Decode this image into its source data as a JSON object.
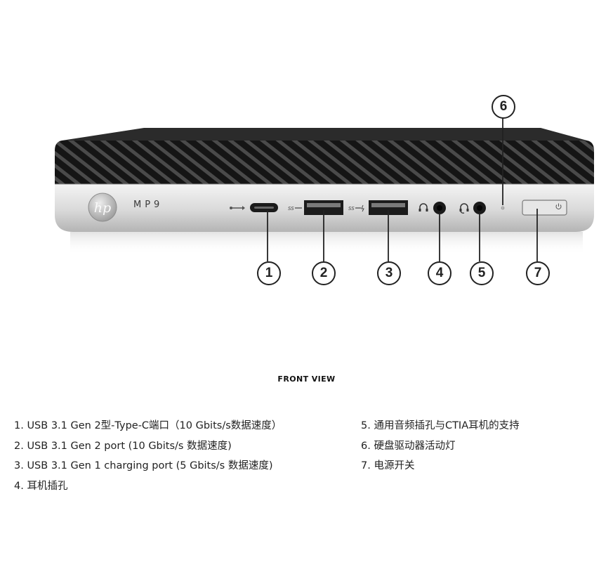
{
  "device": {
    "model_label": "MP9",
    "logo_text": "hp"
  },
  "callouts": [
    "1",
    "2",
    "3",
    "4",
    "5",
    "6",
    "7"
  ],
  "caption": "FRONT VIEW",
  "legend_left": [
    "1. USB 3.1 Gen 2型-Type-C端口（10 Gbits/s数据速度）",
    "2. USB 3.1 Gen 2 port (10 Gbits/s 数据速度)",
    "3. USB 3.1 Gen 1 charging port (5 Gbits/s 数据速度)",
    "4. 耳机插孔"
  ],
  "legend_right": [
    "5. 通用音频插孔与CTIA耳机的支持",
    "6. 硬盘驱动器活动灯",
    "7. 电源开关"
  ],
  "icons": {
    "usb_c": "usb-icon",
    "usb_3": "usb-superspeed-icon",
    "usb_charging": "usb-superspeed-charging-icon",
    "headphone": "headphone-icon",
    "headset": "headset-icon",
    "power": "power-icon"
  }
}
